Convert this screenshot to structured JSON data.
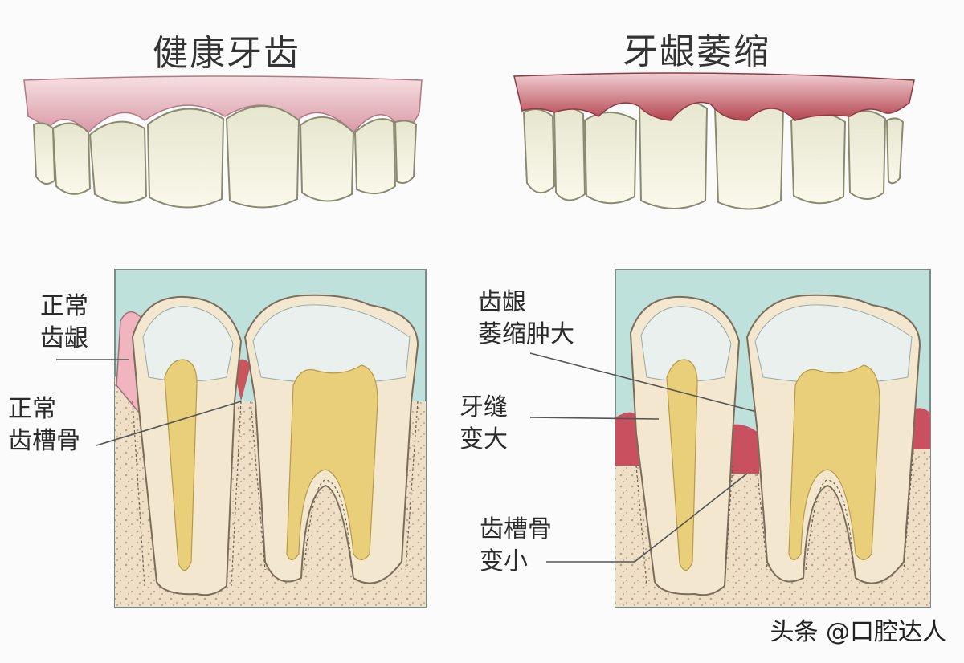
{
  "titles": {
    "left": "健康牙齿",
    "right": "牙龈萎缩"
  },
  "labels": {
    "normal_gum": "正常\n齿龈",
    "normal_bone": "正常\n齿槽骨",
    "gum_recession": "齿龈\n萎缩肿大",
    "gap": "牙缝\n变大",
    "bone_loss": "齿槽骨\n变小"
  },
  "watermark": "头条 @口腔达人",
  "colors": {
    "gum": "#e9b9c0",
    "gum_inflamed": "#c8505f",
    "tooth": "#f3f1dc",
    "pulp": "#e9cf7a",
    "bone": "#eedfc6",
    "sky": "#bfe1dc"
  }
}
